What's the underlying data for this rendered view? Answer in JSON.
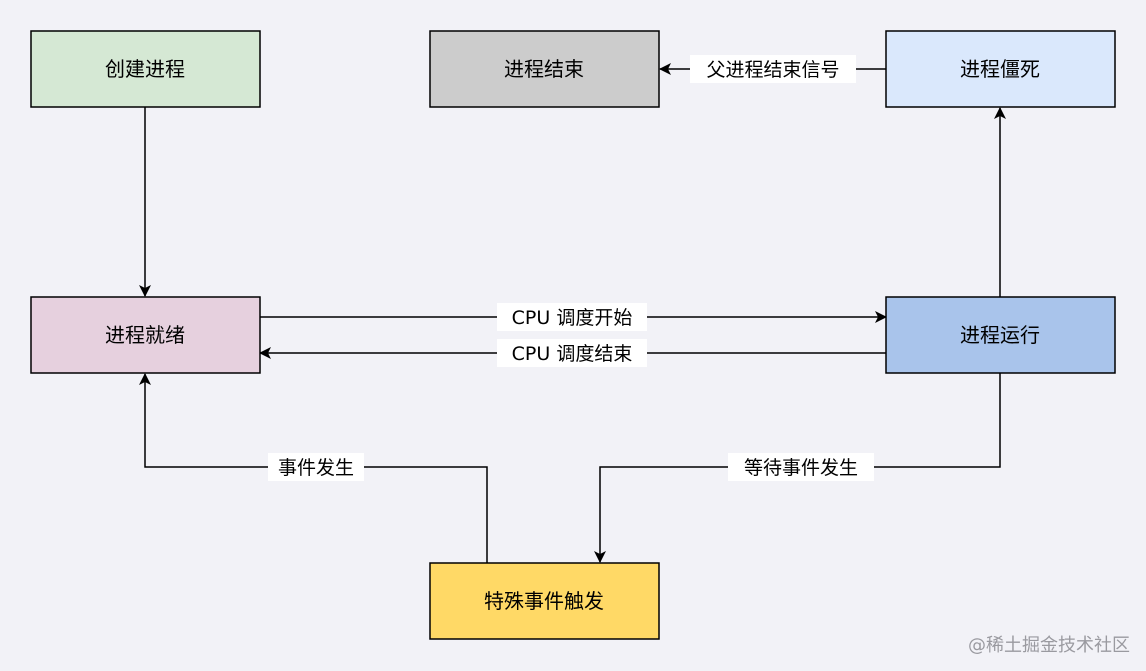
{
  "nodes": {
    "create": {
      "label": "创建进程",
      "fill": "#d5e8d4"
    },
    "ended": {
      "label": "进程结束",
      "fill": "#cccccc"
    },
    "zombie": {
      "label": "进程僵死",
      "fill": "#dae8fc"
    },
    "ready": {
      "label": "进程就绪",
      "fill": "#e6d0de"
    },
    "running": {
      "label": "进程运行",
      "fill": "#a9c4eb"
    },
    "special": {
      "label": "特殊事件触发",
      "fill": "#ffd966"
    }
  },
  "edges": {
    "parent_end_signal": "父进程结束信号",
    "cpu_schedule_start": "CPU 调度开始",
    "cpu_schedule_end": "CPU 调度结束",
    "event_occurs": "事件发生",
    "wait_event": "等待事件发生"
  },
  "colors": {
    "background": "#f2f2f7",
    "stroke": "#000000"
  },
  "watermark": "@稀土掘金技术社区"
}
